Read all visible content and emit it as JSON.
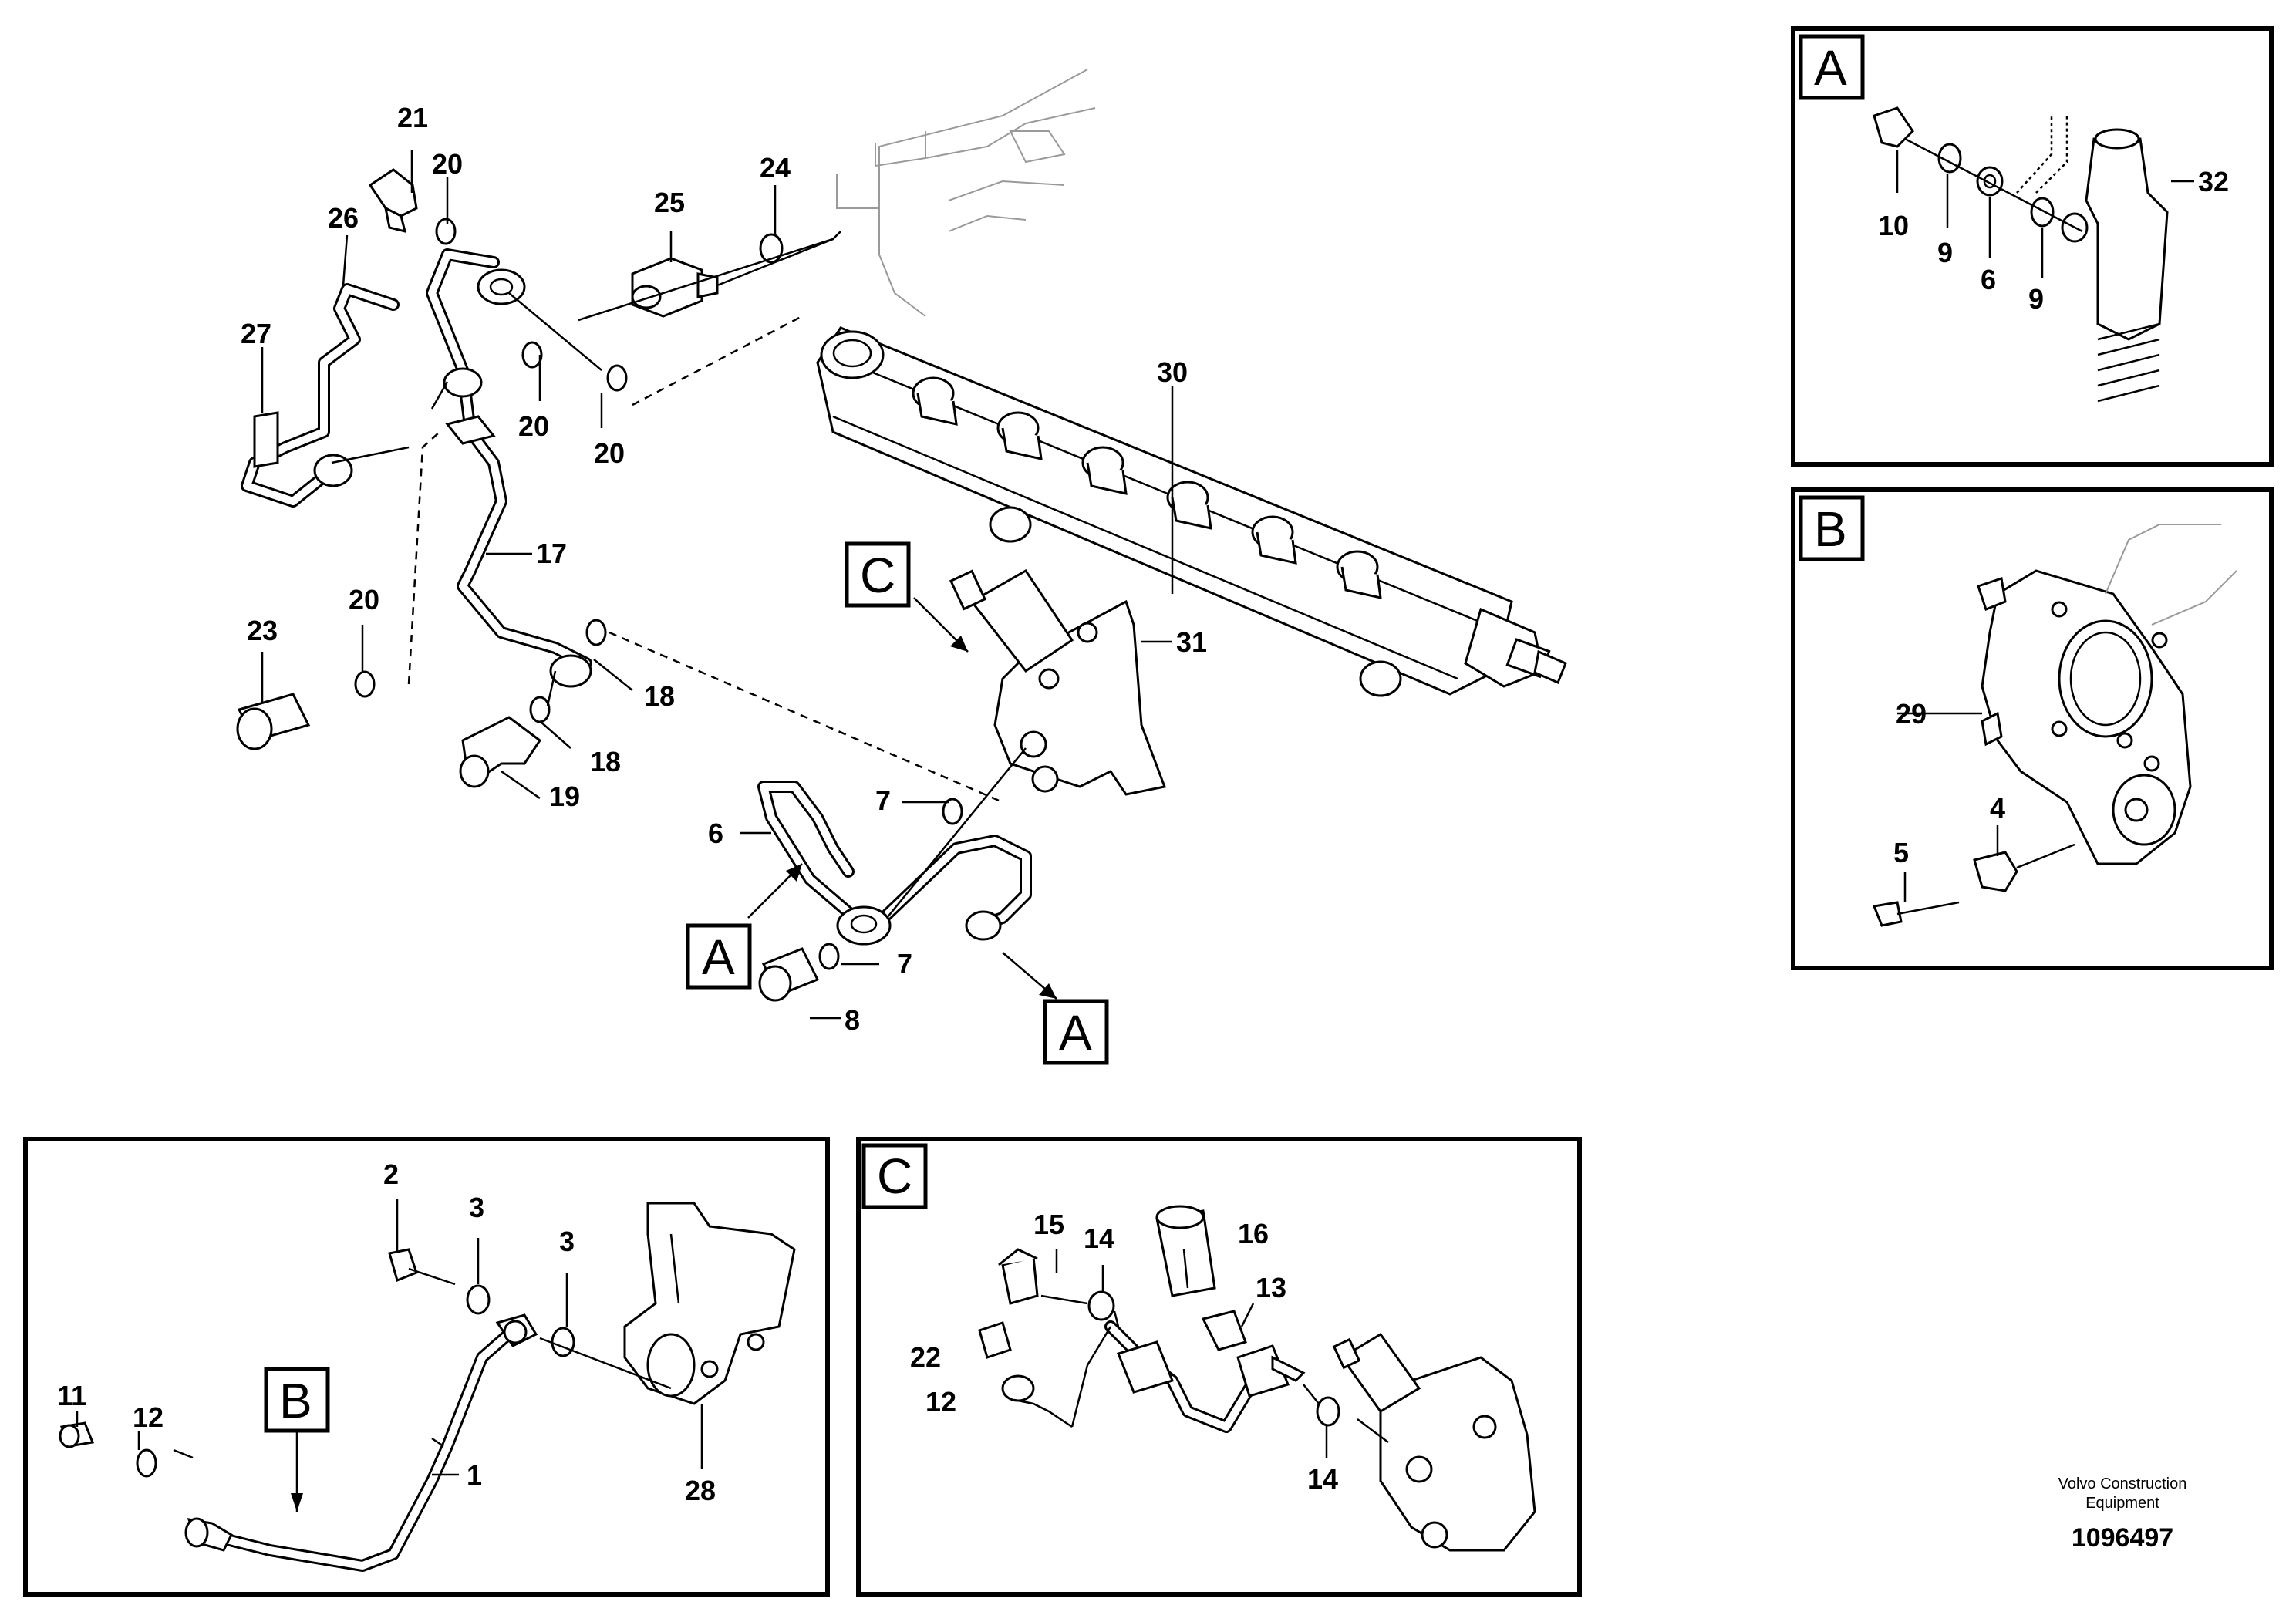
{
  "main_labels": {
    "l1": "1",
    "l2": "2",
    "l3a": "3",
    "l3b": "3",
    "l6": "6",
    "l7a": "7",
    "l7b": "7",
    "l8": "8",
    "l11": "11",
    "l12": "12",
    "l17": "17",
    "l18a": "18",
    "l18b": "18",
    "l19": "19",
    "l20a": "20",
    "l20b": "20",
    "l20c": "20",
    "l20d": "20",
    "l21": "21",
    "l23": "23",
    "l24": "24",
    "l25": "25",
    "l26": "26",
    "l27": "27",
    "l28": "28",
    "l30": "30",
    "l31": "31"
  },
  "callouts": {
    "tag_a1": "A",
    "tag_a2": "A",
    "tag_b": "B",
    "tag_c": "C"
  },
  "detail_a": {
    "title": "A",
    "l32": "32",
    "l10": "10",
    "l9a": "9",
    "l6": "6",
    "l9b": "9"
  },
  "detail_b": {
    "title": "B",
    "l29": "29",
    "l4": "4",
    "l5": "5"
  },
  "detail_c": {
    "title": "C",
    "l15": "15",
    "l14a": "14",
    "l16": "16",
    "l13": "13",
    "l22": "22",
    "l12": "12",
    "l14b": "14"
  },
  "footer": {
    "company_line1": "Volvo Construction",
    "company_line2": "Equipment",
    "drawing_number": "1096497"
  }
}
